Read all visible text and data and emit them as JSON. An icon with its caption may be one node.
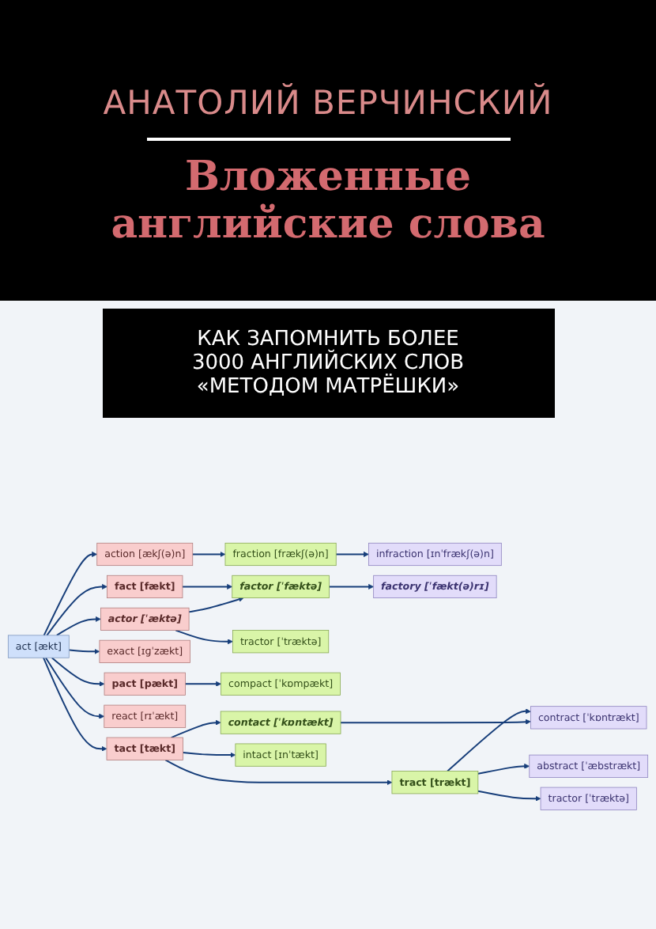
{
  "diagram": {
    "title": "Вложенные английские слова",
    "nodes": [
      {
        "text": [
          "act [ækt]"
        ]
      },
      {
        "text": [
          "action [ækʃ(ə)n]"
        ]
      },
      {
        "text": [
          "fraction [frækʃ(ə)n]"
        ]
      },
      {
        "text": [
          "infraction [ɪnˈfrækʃ(ə)n]"
        ]
      },
      {
        "text": [
          "fact [fækt]"
        ]
      },
      {
        "text": [
          "actor [ˈæktə]"
        ]
      },
      {
        "text": [
          "factor [ˈfæktə]"
        ]
      },
      {
        "text": [
          "factory [ˈfækt(ə)rɪ]"
        ]
      },
      {
        "text": [
          "tractor [ˈtræktə]"
        ]
      },
      {
        "text": [
          "exact [ɪɡˈzækt]"
        ]
      },
      {
        "text": [
          "pact [pækt]"
        ]
      },
      {
        "text": [
          "compact [ˈkɒmpækt]"
        ]
      },
      {
        "text": [
          "react [rɪˈækt]"
        ]
      },
      {
        "text": [
          "tact [tækt]"
        ]
      },
      {
        "text": [
          "contact [ˈkɒntækt]"
        ]
      },
      {
        "text": [
          "intact [ɪnˈtækt]"
        ]
      },
      {
        "text": [
          "tract [trækt]"
        ]
      },
      {
        "text": [
          "abstract [ˈæbstrækt]"
        ]
      },
      {
        "text": [
          "contract [ˈkɒntrækt]"
        ]
      },
      {
        "text": [
          "tractor [ˈtræktə]"
        ]
      }
    ],
    "edges": [
      {
        "from": 0,
        "to": 1,
        "arrow": "to"
      },
      {
        "from": 0,
        "to": 4,
        "arrow": "to"
      },
      {
        "from": 0,
        "to": 5,
        "arrow": "to"
      },
      {
        "from": 0,
        "to": 9,
        "arrow": "to"
      },
      {
        "from": 0,
        "to": 10,
        "arrow": "to"
      },
      {
        "from": 0,
        "to": 12,
        "arrow": "to"
      },
      {
        "from": 0,
        "to": 13,
        "arrow": "to"
      },
      {
        "from": 1,
        "to": 2,
        "arrow": "to"
      },
      {
        "from": 2,
        "to": 3,
        "arrow": "to"
      },
      {
        "from": 4,
        "to": 6,
        "arrow": "to"
      },
      {
        "from": 5,
        "to": 6,
        "arrow": "to"
      },
      {
        "from": 5,
        "to": 8,
        "arrow": "to"
      },
      {
        "from": 6,
        "to": 7,
        "arrow": "to"
      },
      {
        "from": 10,
        "to": 11,
        "arrow": "to"
      },
      {
        "from": 13,
        "to": 14,
        "arrow": "to"
      },
      {
        "from": 13,
        "to": 15,
        "arrow": "to"
      },
      {
        "from": 13,
        "to": 16,
        "arrow": "to"
      },
      {
        "from": 16,
        "to": 17,
        "arrow": "to"
      },
      {
        "from": 16,
        "to": 18,
        "arrow": "to"
      },
      {
        "from": 16,
        "to": 19,
        "arrow": "to"
      },
      {
        "from": 14,
        "to": 18,
        "arrow": "to"
      }
    ],
    "labels": [
      "АНАТОЛИЙ ВЕРЧИНСКИЙ",
      "КАК ЗАПОМНИТЬ БОЛЕЕ 3000 АНГЛИЙСКИХ СЛОВ «МЕТОДОМ МАТРЁШКИ»"
    ]
  }
}
